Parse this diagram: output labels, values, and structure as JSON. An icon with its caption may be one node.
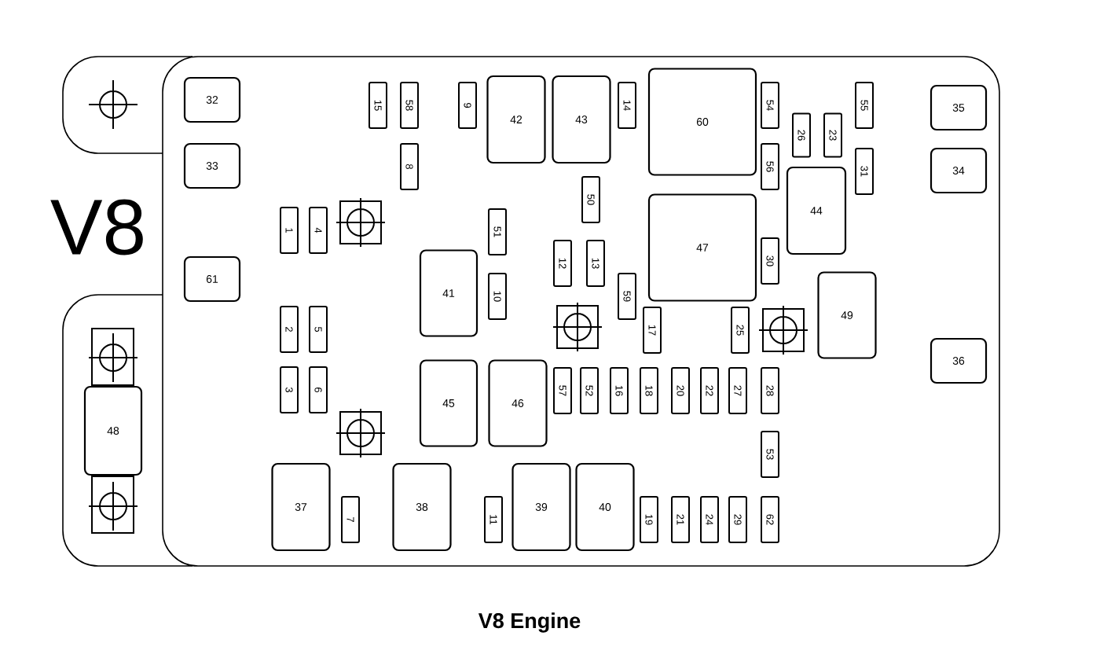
{
  "diagram": {
    "caption": "V8 Engine",
    "nodes": [
      {
        "text": [
          "32"
        ]
      },
      {
        "text": [
          "15"
        ]
      },
      {
        "text": [
          "58"
        ]
      },
      {
        "text": [
          "9"
        ]
      },
      {
        "text": [
          "42"
        ]
      },
      {
        "text": [
          "43"
        ]
      },
      {
        "text": [
          "14"
        ]
      },
      {
        "text": [
          "60"
        ]
      },
      {
        "text": [
          "54"
        ]
      },
      {
        "text": [
          "55"
        ]
      },
      {
        "text": [
          "35"
        ]
      },
      {
        "text": [
          "26"
        ]
      },
      {
        "text": [
          "23"
        ]
      },
      {
        "text": [
          "33"
        ]
      },
      {
        "text": [
          "8"
        ]
      },
      {
        "text": [
          "56"
        ]
      },
      {
        "text": [
          "31"
        ]
      },
      {
        "text": [
          "34"
        ]
      },
      {
        "text": [
          "44"
        ]
      },
      {
        "text": [
          "50"
        ]
      },
      {
        "text": [
          "1"
        ]
      },
      {
        "text": [
          "4"
        ]
      },
      {
        "text": [
          "51"
        ]
      },
      {
        "text": [
          "47"
        ]
      },
      {
        "text": [
          "12"
        ]
      },
      {
        "text": [
          "13"
        ]
      },
      {
        "text": [
          "30"
        ]
      },
      {
        "text": [
          "61"
        ]
      },
      {
        "text": [
          "41"
        ]
      },
      {
        "text": [
          "10"
        ]
      },
      {
        "text": [
          "59"
        ]
      },
      {
        "text": [
          "49"
        ]
      },
      {
        "text": [
          "2"
        ]
      },
      {
        "text": [
          "5"
        ]
      },
      {
        "text": [
          "17"
        ]
      },
      {
        "text": [
          "25"
        ]
      },
      {
        "text": [
          "36"
        ]
      },
      {
        "text": [
          "3"
        ]
      },
      {
        "text": [
          "6"
        ]
      },
      {
        "text": [
          "45"
        ]
      },
      {
        "text": [
          "46"
        ]
      },
      {
        "text": [
          "57"
        ]
      },
      {
        "text": [
          "52"
        ]
      },
      {
        "text": [
          "16"
        ]
      },
      {
        "text": [
          "18"
        ]
      },
      {
        "text": [
          "20"
        ]
      },
      {
        "text": [
          "22"
        ]
      },
      {
        "text": [
          "27"
        ]
      },
      {
        "text": [
          "28"
        ]
      },
      {
        "text": [
          "48"
        ]
      },
      {
        "text": [
          "53"
        ]
      },
      {
        "text": [
          "37"
        ]
      },
      {
        "text": [
          "7"
        ]
      },
      {
        "text": [
          "38"
        ]
      },
      {
        "text": [
          "11"
        ]
      },
      {
        "text": [
          "39"
        ]
      },
      {
        "text": [
          "40"
        ]
      },
      {
        "text": [
          "19"
        ]
      },
      {
        "text": [
          "21"
        ]
      },
      {
        "text": [
          "24"
        ]
      },
      {
        "text": [
          "29"
        ]
      },
      {
        "text": [
          "62"
        ]
      }
    ],
    "labels": [
      "V8"
    ]
  }
}
